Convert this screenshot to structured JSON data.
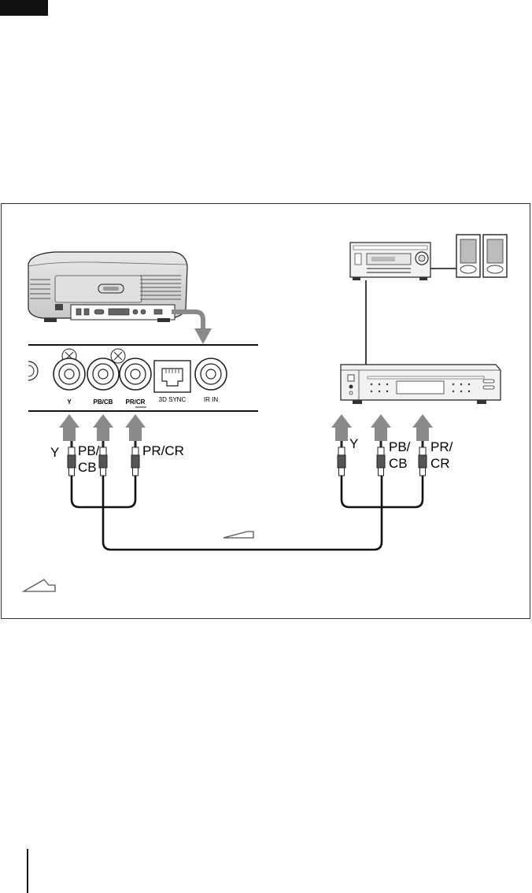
{
  "ports": {
    "y": "Y",
    "pb_cb": "PB/CB",
    "pr_cr": "PR/CR",
    "sync_3d": "3D SYNC",
    "ir_in": "IR IN"
  },
  "projector_cable_labels": {
    "y": "Y",
    "pb_line1": "PB/",
    "pb_line2": "CB",
    "pr": "PR/CR"
  },
  "player_cable_labels": {
    "y": "Y",
    "pb_line1": "PB/",
    "pb_line2": "CB",
    "pr_line1": "PR/",
    "pr_line2": "CR"
  },
  "colors": {
    "arrow_gray": "#8a8a8a",
    "line": "#111111",
    "device_fill": "#f2f2f2",
    "panel_fill": "#ffffff"
  },
  "icons": [
    "signal-flow-arrow-icon"
  ]
}
